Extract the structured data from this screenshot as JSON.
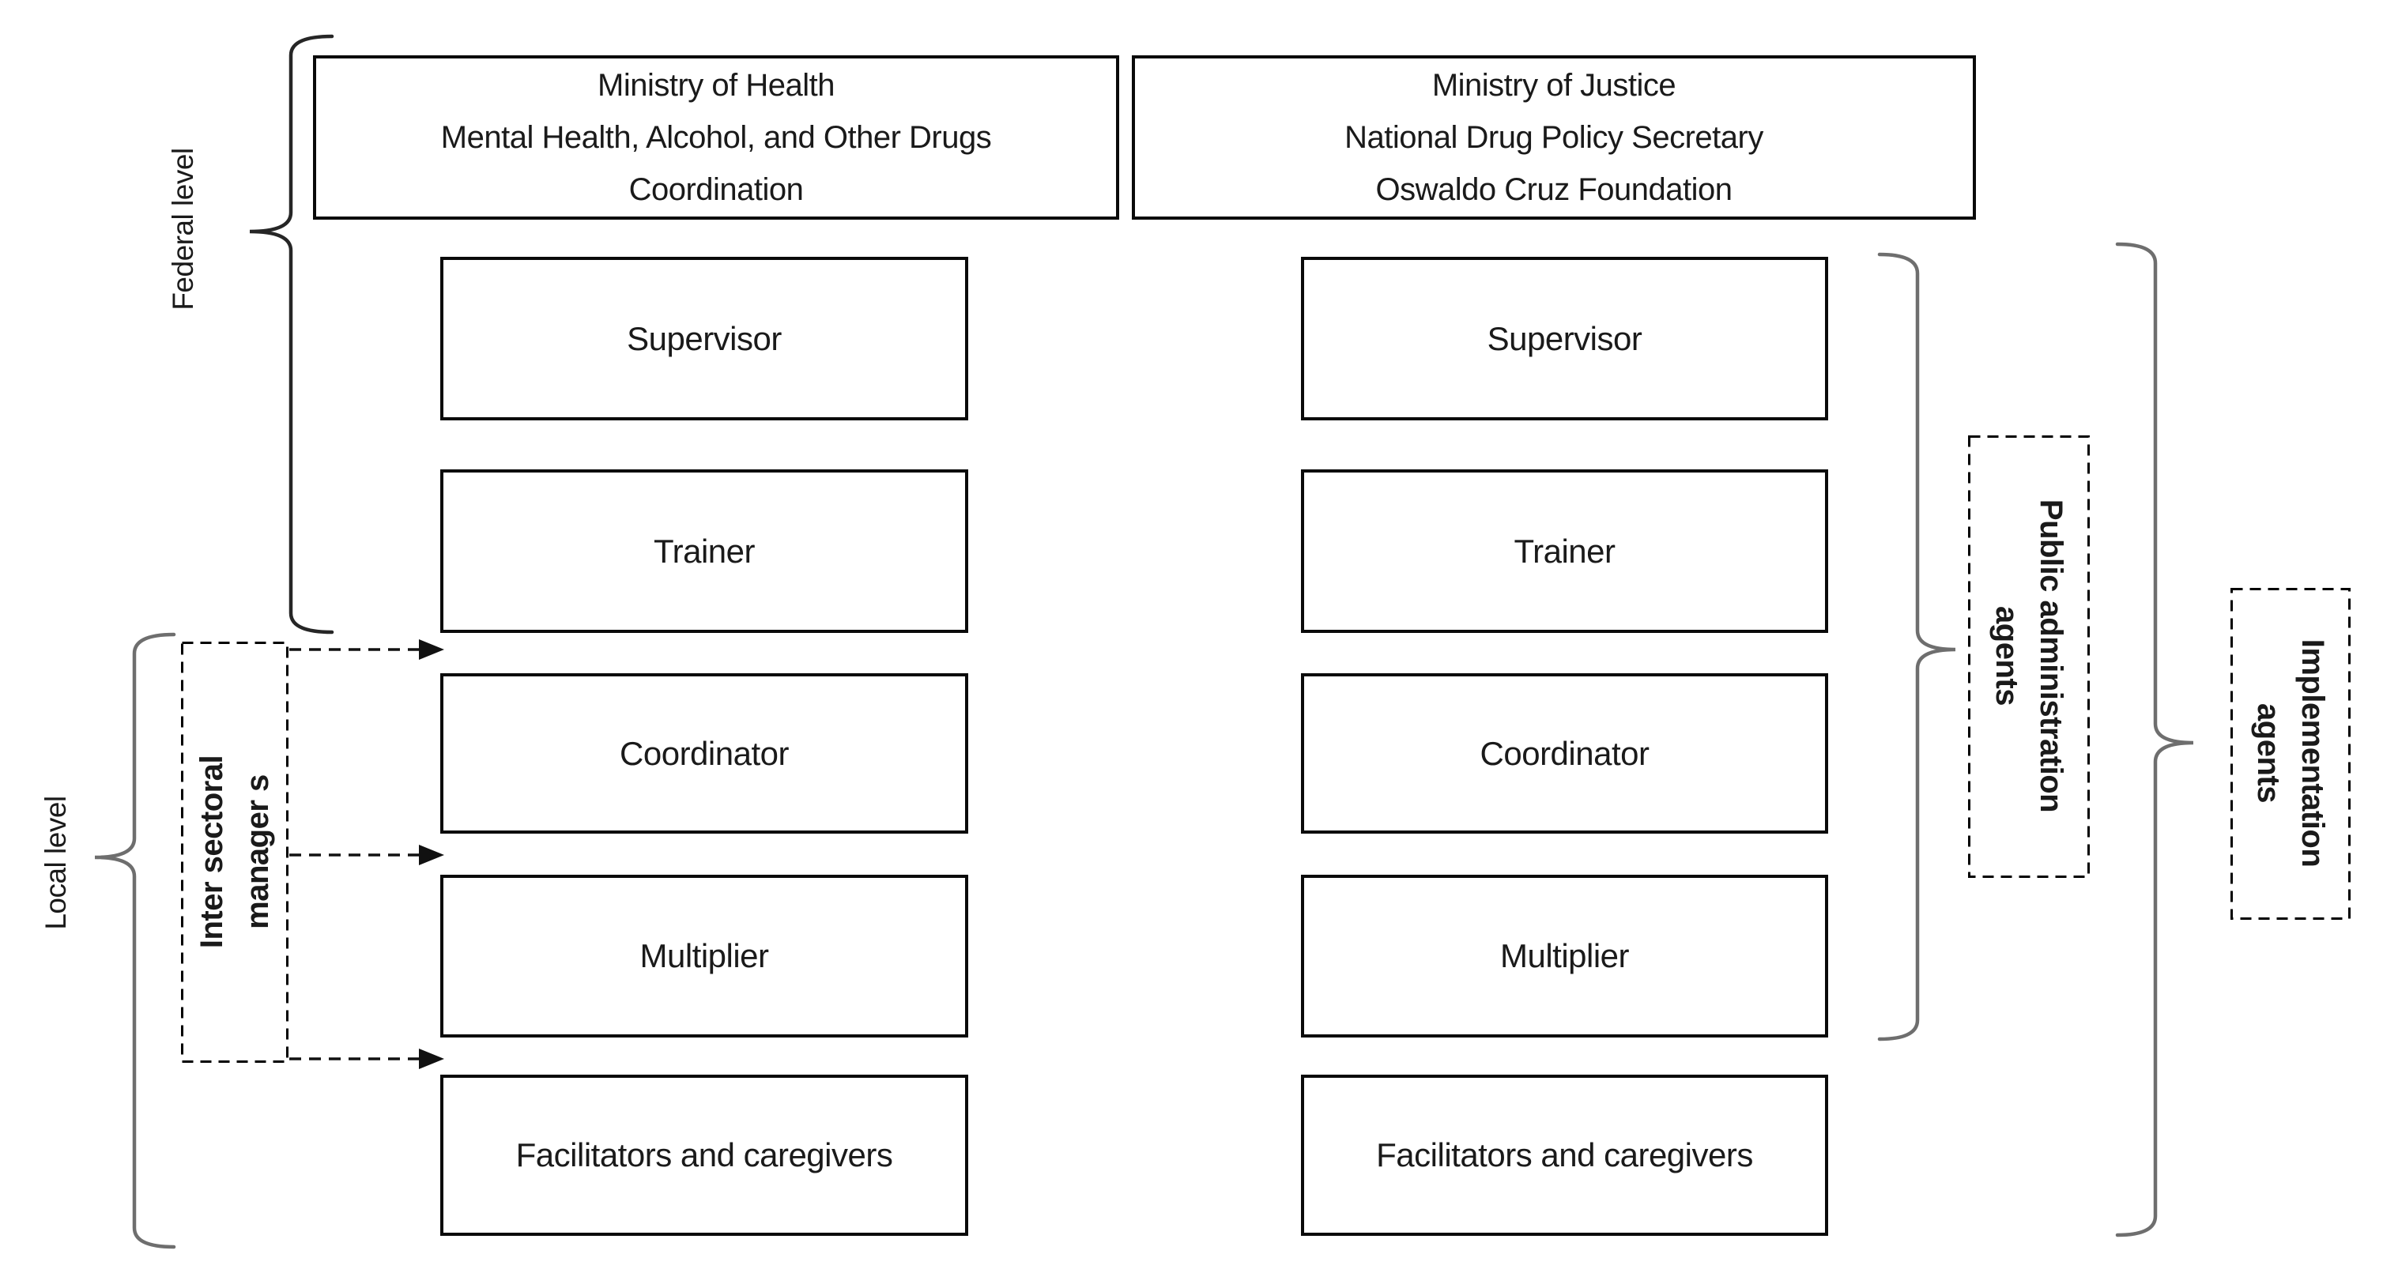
{
  "diagram": {
    "headers": [
      {
        "id": "ministry-of-health",
        "lines": [
          "Ministry of Health",
          "Mental Health, Alcohol, and Other Drugs",
          "Coordination"
        ]
      },
      {
        "id": "ministry-of-justice",
        "lines": [
          "Ministry of Justice",
          "National Drug Policy Secretary",
          "Oswaldo Cruz Foundation"
        ]
      }
    ],
    "columns": [
      {
        "id": "health-column",
        "rows": [
          "Supervisor",
          "Trainer",
          "Coordinator",
          "Multiplier",
          "Facilitators and caregivers"
        ]
      },
      {
        "id": "justice-column",
        "rows": [
          "Supervisor",
          "Trainer",
          "Coordinator",
          "Multiplier",
          "Facilitators and caregivers"
        ]
      }
    ],
    "left_labels": {
      "federal_level": "Federal level",
      "local_level": "Local level",
      "intersectoral": {
        "lines": [
          "Inter sectoral",
          "manager s"
        ]
      }
    },
    "right_labels": {
      "public_administration": {
        "lines": [
          "Public administration",
          "agents"
        ]
      },
      "implementation": {
        "lines": [
          "Implementation",
          "agents"
        ]
      }
    },
    "colors": {
      "background": "#ffffff",
      "text": "#1a1a1a",
      "box_border": "#0a0a0a",
      "dashed_border": "#000000",
      "brace_dark": "#262626",
      "brace_gray": "#6e6e6e",
      "arrow": "#111111"
    }
  }
}
